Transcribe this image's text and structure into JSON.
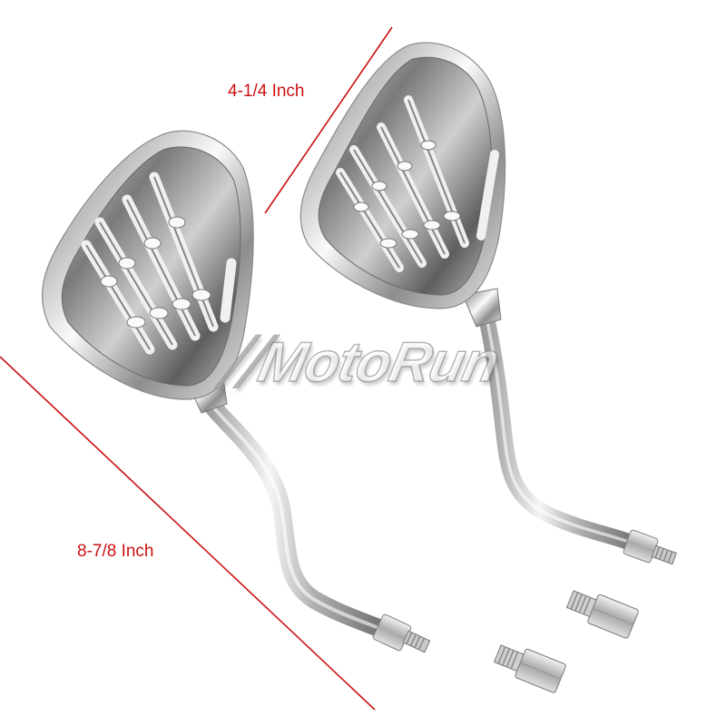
{
  "product": {
    "description": "Pair of chrome skeleton-hand motorcycle mirrors with two adapter bolts",
    "finish": "chrome",
    "accent_color": "#cc1111"
  },
  "dimensions": {
    "head_width": "4-1/4 Inch",
    "total_length": "8-7/8 Inch"
  },
  "watermark": {
    "text": "1MotoRun",
    "display": "⧸⧸MotoRun"
  },
  "items": [
    {
      "name": "left-mirror",
      "type": "mirror"
    },
    {
      "name": "right-mirror",
      "type": "mirror"
    },
    {
      "name": "adapter-bolt-1",
      "type": "adapter"
    },
    {
      "name": "adapter-bolt-2",
      "type": "adapter"
    }
  ]
}
